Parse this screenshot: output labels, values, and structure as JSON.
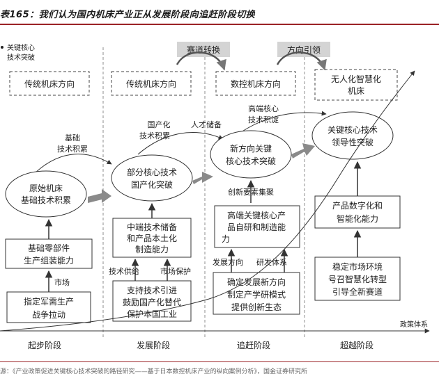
{
  "title": "表165：我们认为国内机床产业正从发展阶段向追赶阶段切换",
  "top_left_label": [
    "关键核心",
    "技术突破"
  ],
  "shift_labels": {
    "track_switch": "赛道转换",
    "direction_lead": "方向引领"
  },
  "directions": {
    "d1": "传统机床方向",
    "d2": "传统机床方向",
    "d3": "数控机床方向",
    "d4": [
      "无人化智慧化",
      "机床"
    ]
  },
  "ellipses": {
    "e1": [
      "原始机床",
      "基础技术积累"
    ],
    "e2": [
      "部分核心技术",
      "国产化突破"
    ],
    "e3": [
      "新方向关键",
      "核心技术突破"
    ],
    "e4": [
      "关键核心技术",
      "领导性突破"
    ]
  },
  "curve_labels": {
    "base_tech": [
      "基础",
      "技术积累"
    ],
    "localization": [
      "国产化",
      "技术积累"
    ],
    "talent": "人才储备",
    "high_end": [
      "高端核心",
      "技术积淀"
    ],
    "innovation": "创新要素集聚"
  },
  "boxes": {
    "s1_top": [
      "基础零部件",
      "生产组装能力"
    ],
    "s1_bottom": [
      "指定军需生产",
      "战争拉动"
    ],
    "s2_top": [
      "中端技术储备",
      "和产品本土化",
      "制造能力"
    ],
    "s2_bottom": [
      "支持技术引进",
      "鼓励国产化替代",
      "保护本国工业"
    ],
    "s3_top": [
      "高端关键核心产",
      "品自研和制造能",
      "力"
    ],
    "s3_bottom": [
      "确定发展新方向",
      "制定产学研模式",
      "提供创新生态"
    ],
    "s4_top": [
      "产品数字化和",
      "智能化能力"
    ],
    "s4_bottom": [
      "稳定市场环境",
      "号召智慧化转型",
      "引导全新赛道"
    ]
  },
  "arrow_labels": {
    "market": "市场",
    "tech_supply": "技术供给",
    "market_protection": "市场保护",
    "dev_direction": "发展方向",
    "rd_system": "研发体系"
  },
  "axis_label": "政策体系",
  "stages": [
    "起步阶段",
    "发展阶段",
    "追赶阶段",
    "超越阶段"
  ],
  "source_note": "源：《产业政策促进关键核心技术突破的路径研究——基于日本数控机床产业的纵向案例分析》，国金证券研究所",
  "colors": {
    "accent": "#9b2226",
    "gray_arrow": "#8a8a8a",
    "line": "#333333",
    "dash": "#8c8c8c"
  }
}
